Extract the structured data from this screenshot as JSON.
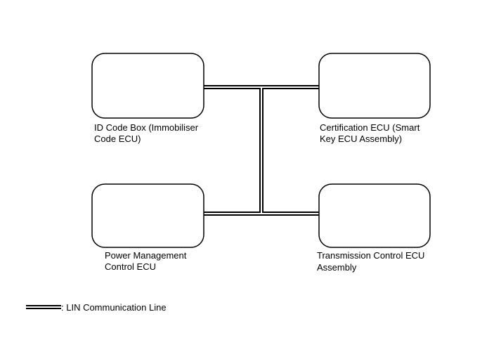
{
  "diagram": {
    "nodes": [
      {
        "id": "id-code-box",
        "label_lines": [
          "ID Code Box (Immobiliser",
          "Code ECU)"
        ]
      },
      {
        "id": "certification-ecu",
        "label_lines": [
          "Certification ECU (Smart",
          "Key ECU Assembly)"
        ]
      },
      {
        "id": "power-management-ecu",
        "label_lines": [
          "Power Management",
          "Control ECU"
        ]
      },
      {
        "id": "transmission-control-ecu",
        "label_lines": [
          "Transmission Control ECU",
          "Assembly"
        ]
      }
    ],
    "connection": {
      "type": "LIN Communication Line",
      "connects": [
        "id-code-box",
        "certification-ecu",
        "power-management-ecu",
        "transmission-control-ecu"
      ]
    },
    "legend": {
      "text": ": LIN Communication Line"
    }
  }
}
